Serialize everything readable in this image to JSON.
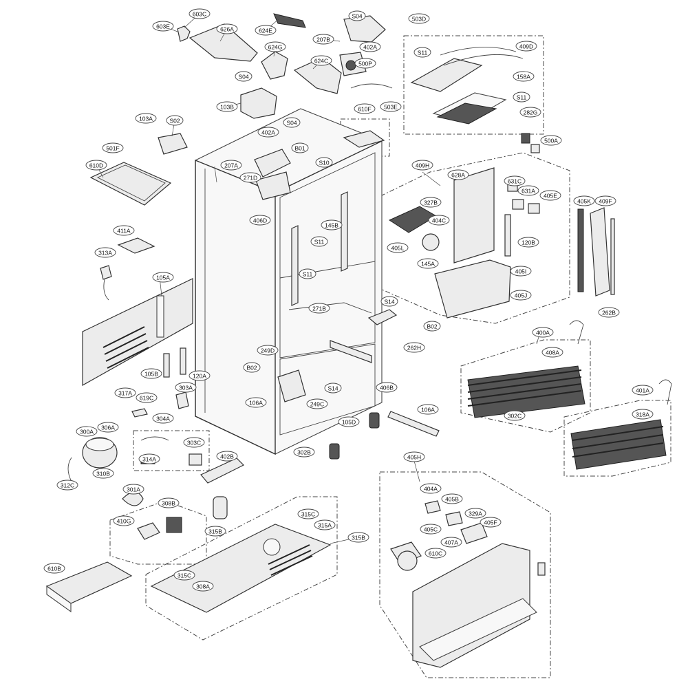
{
  "callouts": [
    "603E",
    "603C",
    "626A",
    "624E",
    "S04",
    "207B",
    "402A",
    "624G",
    "624C",
    "500P",
    "S04",
    "103B",
    "S04",
    "103A",
    "S02",
    "501F",
    "610D",
    "207A",
    "402A",
    "B01",
    "271D",
    "406D",
    "S10",
    "145B",
    "S11",
    "S11",
    "271B",
    "610F",
    "503E",
    "503D",
    "S11",
    "409D",
    "158A",
    "S11",
    "282G",
    "500A",
    "411A",
    "313A",
    "105A",
    "105B",
    "120A",
    "409H",
    "628A",
    "631C",
    "631A",
    "405E",
    "327B",
    "404C",
    "405L",
    "145A",
    "120B",
    "405I",
    "405J",
    "405K",
    "409F",
    "262B",
    "S14",
    "B02",
    "262H",
    "249D",
    "B02",
    "S14",
    "249C",
    "406B",
    "106A",
    "105D",
    "106A",
    "302B",
    "400A",
    "408A",
    "302C",
    "401A",
    "318A",
    "317A",
    "619C",
    "303A",
    "304A",
    "303C",
    "314A",
    "300A",
    "306A",
    "310B",
    "312C",
    "402B",
    "301A",
    "308B",
    "410G",
    "315B",
    "315C",
    "315A",
    "315B",
    "315C",
    "308A",
    "610B",
    "405H",
    "404A",
    "405B",
    "329A",
    "405F",
    "405C",
    "407A",
    "610C"
  ]
}
